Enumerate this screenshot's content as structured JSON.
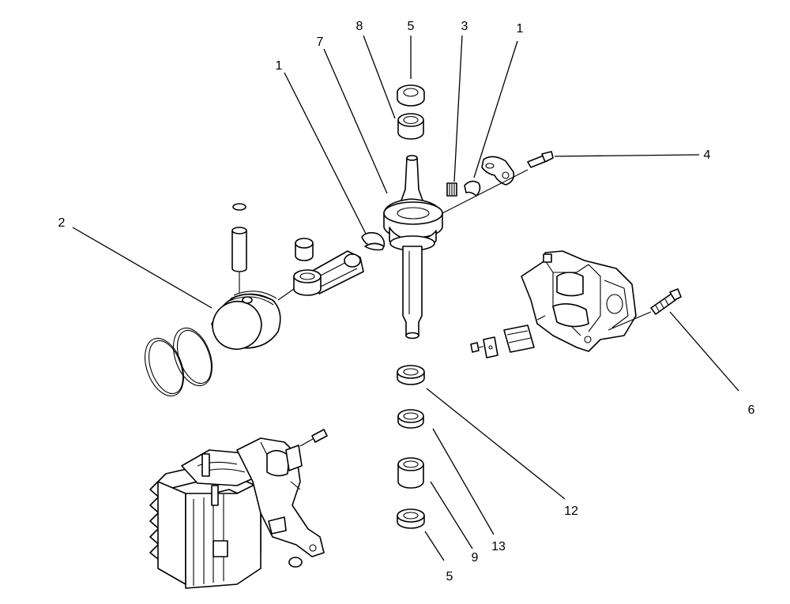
{
  "callouts": [
    {
      "id": "c8",
      "text": "8"
    },
    {
      "id": "c5top",
      "text": "5"
    },
    {
      "id": "c3",
      "text": "3"
    },
    {
      "id": "c1right",
      "text": "1"
    },
    {
      "id": "c7",
      "text": "7"
    },
    {
      "id": "c1left",
      "text": "1"
    },
    {
      "id": "c4",
      "text": "4"
    },
    {
      "id": "c2",
      "text": "2"
    },
    {
      "id": "c6",
      "text": "6"
    },
    {
      "id": "c12",
      "text": "12"
    },
    {
      "id": "c13",
      "text": "13"
    },
    {
      "id": "c9",
      "text": "9"
    },
    {
      "id": "c5bottom",
      "text": "5"
    }
  ]
}
